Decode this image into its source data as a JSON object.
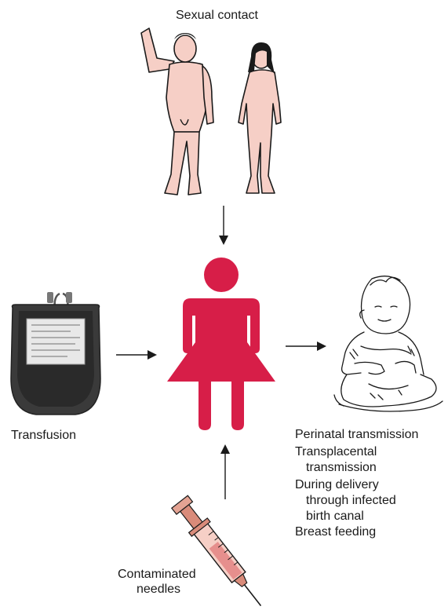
{
  "labels": {
    "sexual_contact": "Sexual contact",
    "transfusion": "Transfusion",
    "perinatal": "Perinatal transmission",
    "transplacental_1": "Transplacental",
    "transplacental_2": "transmission",
    "delivery_1": "During delivery",
    "delivery_2": "through infected",
    "delivery_3": "birth canal",
    "breast_feeding": "Breast feeding",
    "needles_1": "Contaminated",
    "needles_2": "needles"
  },
  "colors": {
    "woman_figure": "#d71e48",
    "skin": "#f6cfc6",
    "outline": "#1a1a1a",
    "blood_bag": "#3a3a3a"
  },
  "icons": {
    "center": "woman-figure-icon",
    "top": "couple-illustration",
    "left": "blood-bag-icon",
    "right": "infant-sketch",
    "bottom": "syringe-icon"
  }
}
